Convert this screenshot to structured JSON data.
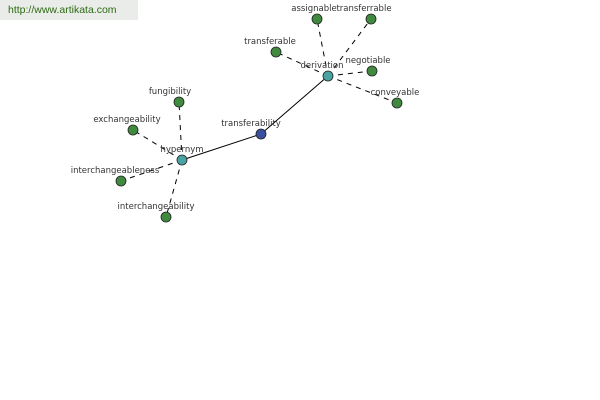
{
  "watermark": "http://www.artikata.com",
  "colors": {
    "center_node": "#3b4fa0",
    "hub_node": "#4aa3a3",
    "leaf_node": "#3f8a3f",
    "node_stroke": "#222222",
    "solid_edge": "#000000",
    "dashed_edge": "#000000"
  },
  "diagram": {
    "center": {
      "label": "transferability"
    },
    "hubs": [
      {
        "label": "derivation",
        "leaves": [
          "assignable",
          "transferrable",
          "transferable",
          "negotiable",
          "conveyable"
        ]
      },
      {
        "label": "hypernym",
        "leaves": [
          "fungibility",
          "exchangeability",
          "interchangeableness",
          "interchangeability"
        ]
      }
    ]
  }
}
